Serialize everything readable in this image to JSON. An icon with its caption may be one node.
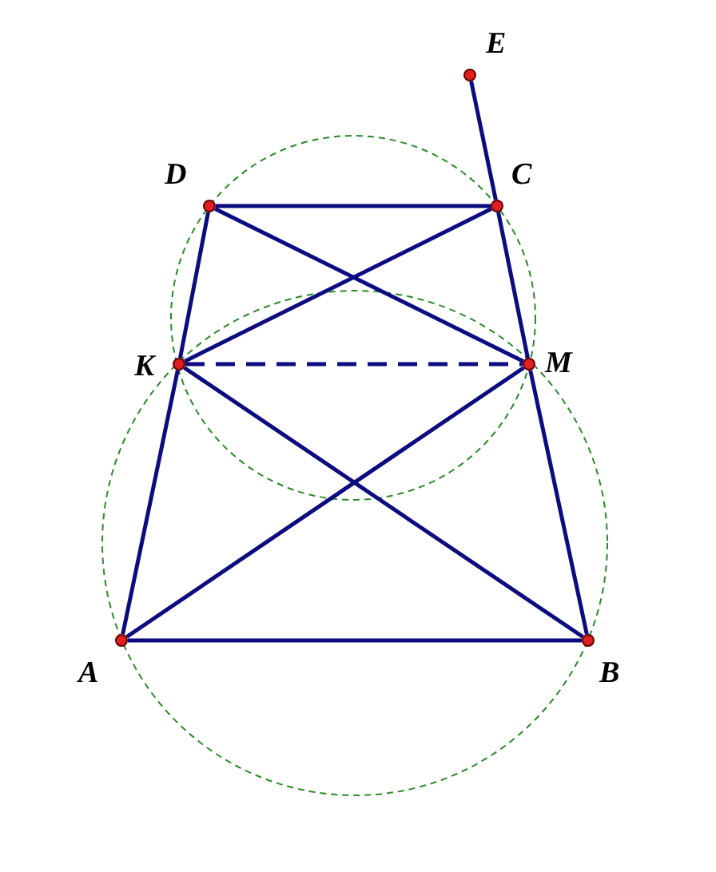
{
  "diagram": {
    "nodes": [
      {
        "text": [],
        "shape": "circle",
        "beside": [
          "E"
        ]
      },
      {
        "text": [],
        "shape": "circle",
        "beside": [
          "D"
        ]
      },
      {
        "text": [],
        "shape": "circle",
        "beside": [
          "C"
        ]
      },
      {
        "text": [],
        "shape": "circle",
        "beside": [
          "K"
        ]
      },
      {
        "text": [],
        "shape": "circle",
        "beside": [
          "M"
        ]
      },
      {
        "text": [],
        "shape": "circle",
        "beside": [
          "A"
        ]
      },
      {
        "text": [],
        "shape": "circle",
        "beside": [
          "B"
        ]
      }
    ],
    "edges": [
      {
        "from": 1,
        "to": 2,
        "arrow": "none"
      },
      {
        "from": 2,
        "to": 0,
        "arrow": "none"
      },
      {
        "from": 1,
        "to": 3,
        "arrow": "none"
      },
      {
        "from": 3,
        "to": 5,
        "arrow": "none"
      },
      {
        "from": 2,
        "to": 4,
        "arrow": "none"
      },
      {
        "from": 4,
        "to": 6,
        "arrow": "none"
      },
      {
        "from": 1,
        "to": 4,
        "arrow": "none"
      },
      {
        "from": 2,
        "to": 3,
        "arrow": "none"
      },
      {
        "from": 3,
        "to": 4,
        "arrow": "none",
        "style": "dashed"
      },
      {
        "from": 5,
        "to": 6,
        "arrow": "none"
      },
      {
        "from": 5,
        "to": 4,
        "arrow": "none"
      },
      {
        "from": 3,
        "to": 6,
        "arrow": "none"
      }
    ]
  }
}
